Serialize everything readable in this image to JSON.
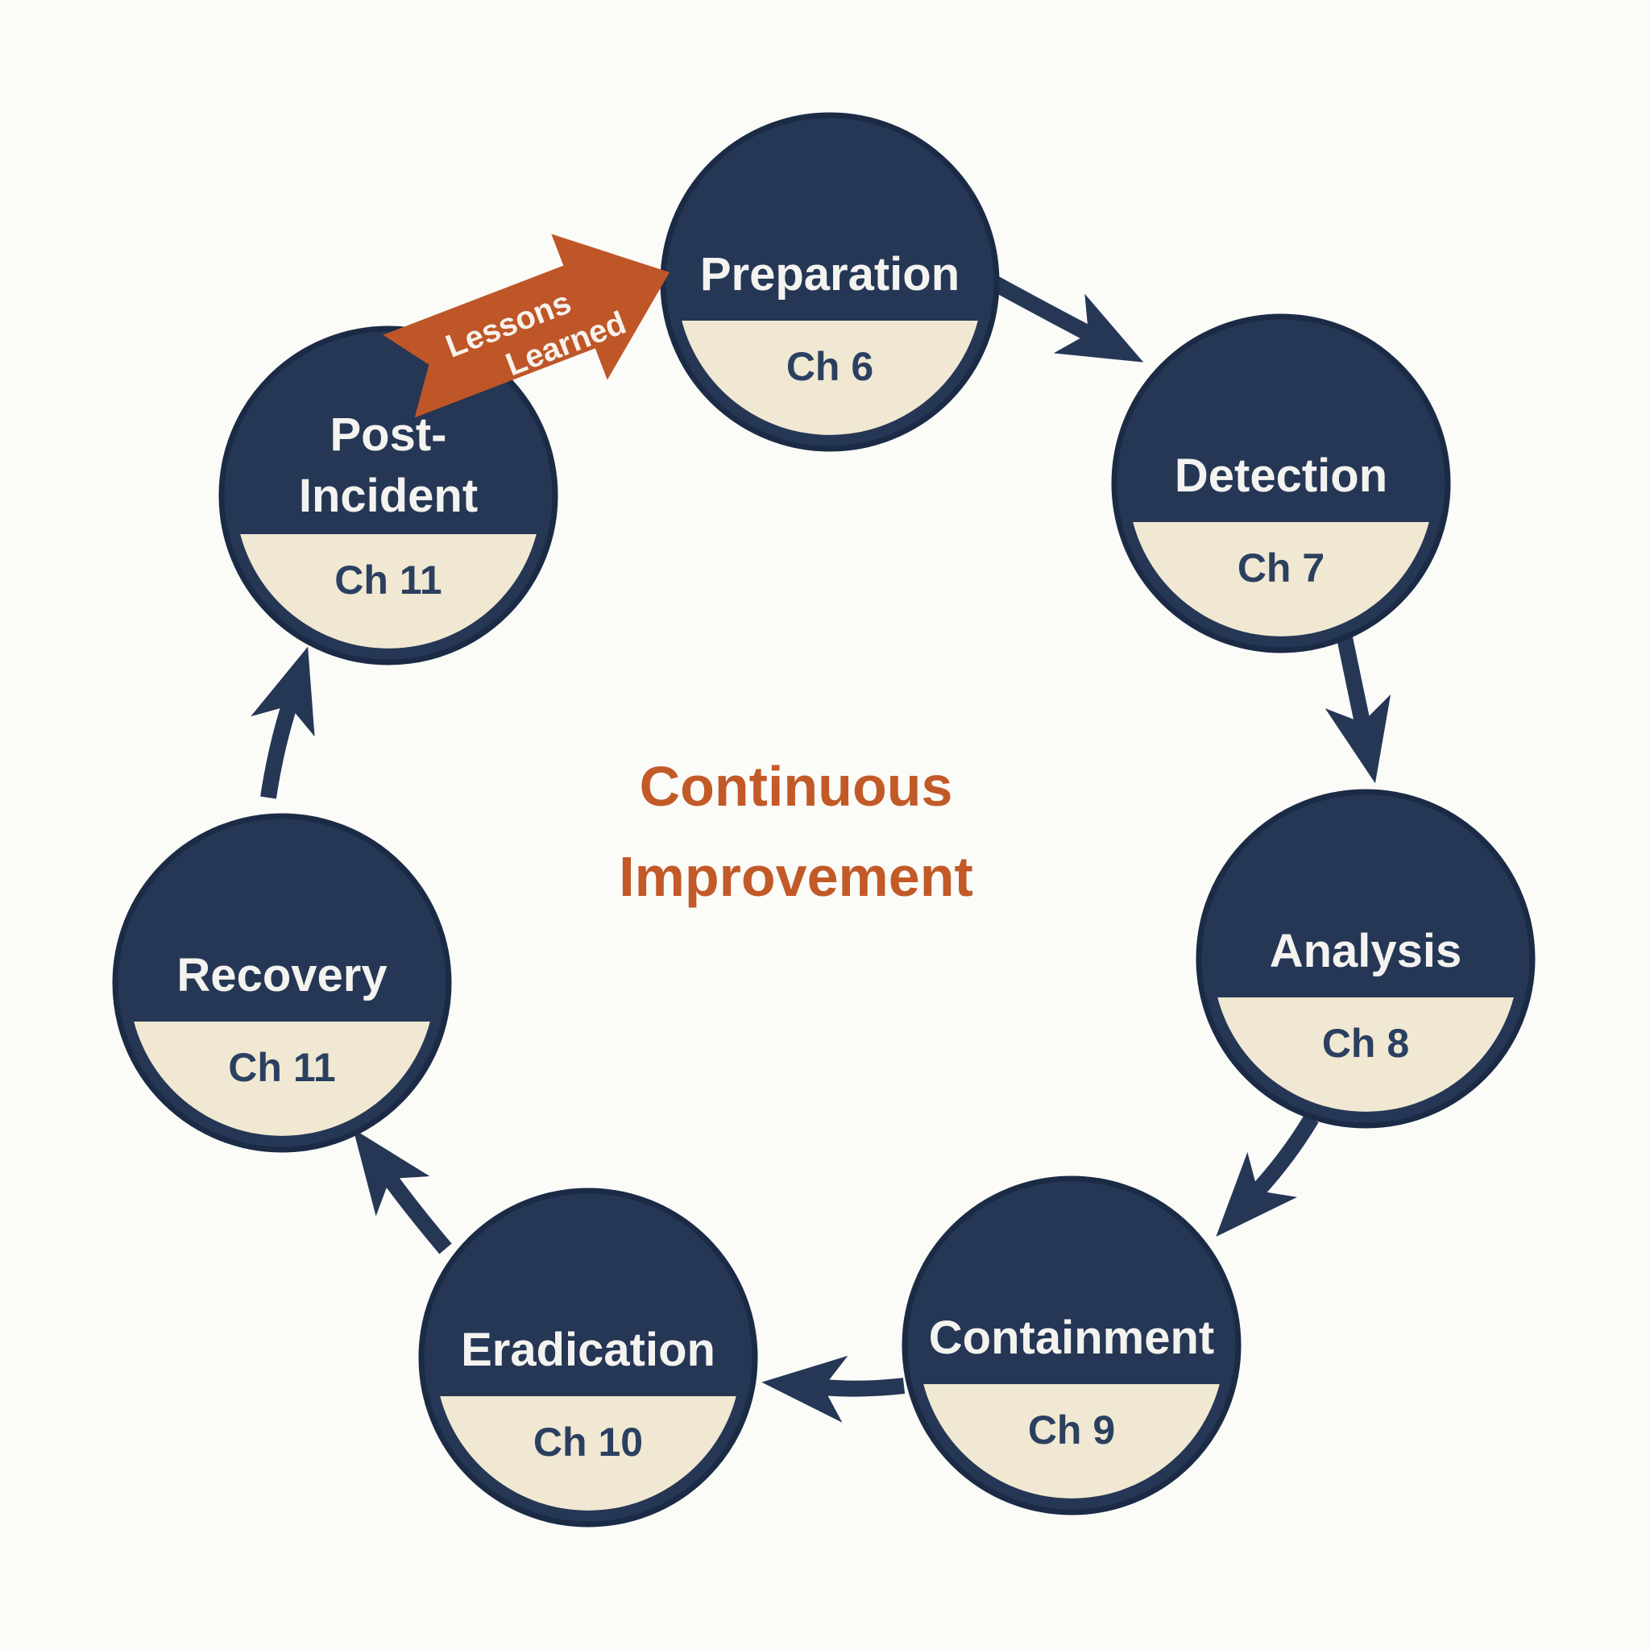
{
  "background": "#fbfbf8",
  "colors": {
    "navy": "#253755",
    "navy_outline": "#1b2a45",
    "cream": "#f0e8d2",
    "stage_label": "#f4f3ef",
    "chapter_text": "#2b4060",
    "orange": "#bf5628",
    "center_text": "#c25a28",
    "ribbon_text": "#f7f2ec"
  },
  "center_label": {
    "line1": "Continuous",
    "line2": "Improvement"
  },
  "ribbon": {
    "line1": "Lessons",
    "line2": "Learned"
  },
  "stages": [
    {
      "label": "Preparation",
      "chapter": "Ch 6"
    },
    {
      "label": "Detection",
      "chapter": "Ch 7"
    },
    {
      "label": "Analysis",
      "chapter": "Ch 8"
    },
    {
      "label": "Containment",
      "chapter": "Ch 9"
    },
    {
      "label": "Eradication",
      "chapter": "Ch 10"
    },
    {
      "label": "Recovery",
      "chapter": "Ch 11"
    },
    {
      "label_line1": "Post-",
      "label_line2": "Incident",
      "chapter": "Ch 11"
    }
  ]
}
